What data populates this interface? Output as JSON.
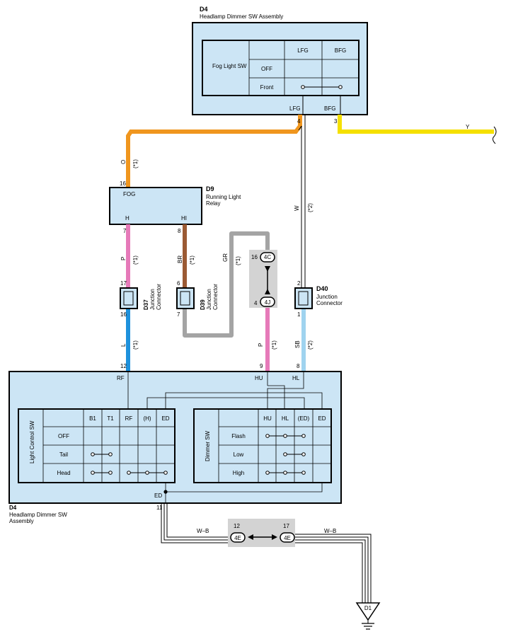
{
  "colors": {
    "box_fill": "#cce5f5",
    "orange": "#f0961e",
    "yellow": "#f5e000",
    "pink": "#e67ab9",
    "brown": "#9b5a34",
    "gray": "#a4a4a4",
    "blue": "#1e91dc",
    "light_blue": "#9fd3ef",
    "connector_bg": "#d3d3d3"
  },
  "top_sw": {
    "id": "D4",
    "name": "Headlamp Dimmer SW Assembly",
    "table_title": "Fog Light SW",
    "col_lfg": "LFG",
    "col_bfg": "BFG",
    "row_off": "OFF",
    "row_front": "Front",
    "term_lfg": "LFG",
    "term_bfg": "BFG",
    "pin_lfg": "4",
    "pin_bfg": "3"
  },
  "relay": {
    "id": "D9",
    "name_line1": "Running Light",
    "name_line2": "Relay",
    "term_fog": "FOG",
    "term_h": "H",
    "term_hi": "HI",
    "pin_fog": "16",
    "pin_h": "7",
    "pin_hi": "8"
  },
  "junctions": {
    "d37": {
      "id": "D37",
      "line1": "Junction",
      "line2": "Connector",
      "pin_top": "17",
      "pin_bottom": "16"
    },
    "d39": {
      "id": "D39",
      "line1": "Junction",
      "line2": "Connector",
      "pin_top": "6",
      "pin_bottom": "7"
    },
    "d40": {
      "id": "D40",
      "line1": "Junction",
      "line2": "Connector",
      "pin_top": "2",
      "pin_bottom": "1"
    },
    "c4c": {
      "label": "4C",
      "pin": "16"
    },
    "c4j": {
      "label": "4J",
      "pin": "4"
    },
    "c4e_left": {
      "label": "4E",
      "pin": "12"
    },
    "c4e_right": {
      "label": "4E",
      "pin": "17"
    }
  },
  "wires": {
    "o": "O",
    "y": "Y",
    "w": "W",
    "p_upper": "P",
    "br": "BR",
    "gr": "GR",
    "l": "L",
    "p_lower": "P",
    "sb": "SB",
    "wb_left": "W–B",
    "wb_right": "W–B",
    "note1": "(*1)",
    "note2": "(*2)"
  },
  "bottom_sw": {
    "id": "D4",
    "name_line1": "Headlamp Dimmer SW",
    "name_line2": "Assembly",
    "term_rf": "RF",
    "term_hu": "HU",
    "term_hl": "HL",
    "term_ed": "ED",
    "pin_rf": "12",
    "pin_hu": "9",
    "pin_hl": "8",
    "pin_ed": "11",
    "light_table": {
      "title": "Light Control SW",
      "cols": [
        "B1",
        "T1",
        "RF",
        "(H)",
        "ED"
      ],
      "rows": [
        "OFF",
        "Tail",
        "Head"
      ]
    },
    "dimmer_table": {
      "title": "Dimmer SW",
      "cols": [
        "HU",
        "HL",
        "(ED)",
        "ED"
      ],
      "rows": [
        "Flash",
        "Low",
        "High"
      ]
    }
  },
  "ground": {
    "id": "D1"
  }
}
